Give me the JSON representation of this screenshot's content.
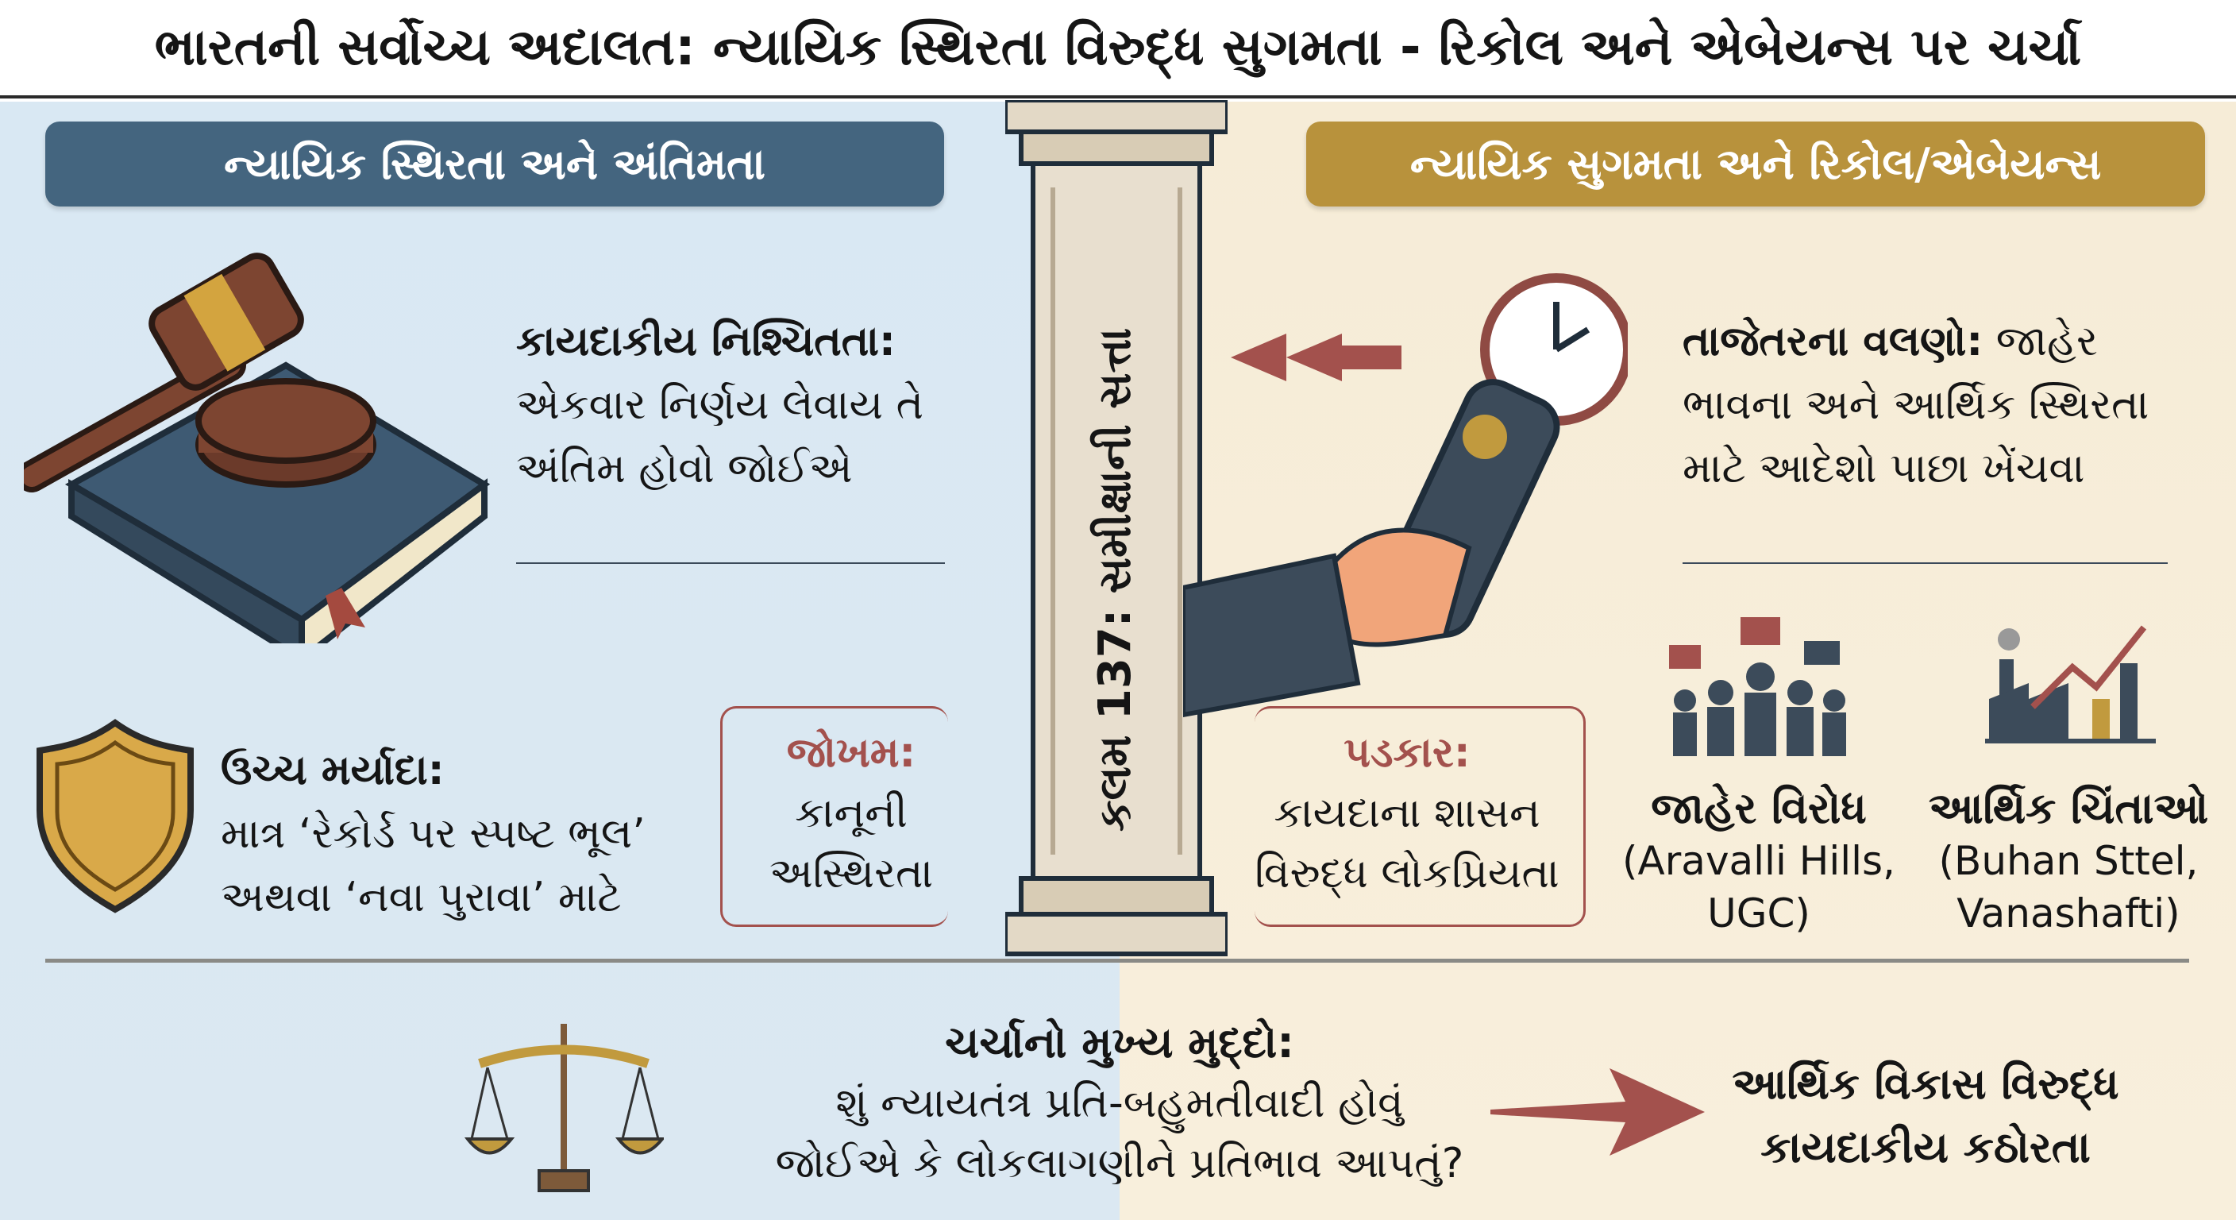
{
  "title": "ભારતની સર્વોચ્ચ અદાલત: ન્યાયિક સ્થિરતા વિરુદ્ધ સુગમતા - રિકોલ અને એબેયન્સ પર ચર્ચા",
  "colors": {
    "left_header": "#44657f",
    "right_header": "#b8923c",
    "left_bg": "#d9e8f3",
    "right_bg": "#f6ecd7",
    "accent_red": "#a3514d"
  },
  "left": {
    "header": "ન્યાયિક સ્થિરતા અને અંતિમતા",
    "certainty": {
      "lead": "કાયદાકીય નિશ્ચિતતા:",
      "line1": "એકવાર નિર્ણય લેવાય તે",
      "line2": "અંતિમ હોવો જોઈએ",
      "icon": "gavel-book-icon"
    },
    "threshold": {
      "lead": "ઉચ્ચ મર્યાદા:",
      "line1": "માત્ર ‘રેકોર્ડ પર સ્પષ્ટ ભૂલ’",
      "line2": "અથવા ‘નવા પુરાવા’ માટે",
      "icon": "shield-icon"
    },
    "risk": {
      "heading": "જોખમ:",
      "line1": "કાનૂની",
      "line2": "અસ્થિરતા"
    }
  },
  "pillar": {
    "text": "કલમ 137: સમીક્ષાની સત્તા",
    "icon": "pillar-icon"
  },
  "right": {
    "header": "ન્યાયિક સુગમતા અને રિકોલ/એબેયન્સ",
    "trends": {
      "lead": "તાજેતરના વલણો:",
      "line1_rest": "જાહેર",
      "line2": "ભાવના અને આર્થિક સ્થિરતા",
      "line3": "માટે આદેશો પાછા ખેંચવા",
      "icon": "remote-clock-rewind-icon"
    },
    "challenge": {
      "heading": "પડકાર:",
      "line1": "કાયદાના શાસન",
      "line2": "વિરુદ્ધ લોકપ્રિયતા"
    },
    "protest": {
      "title": "જાહેર વિરોધ",
      "line1": "(Aravalli Hills,",
      "line2": "UGC)",
      "icon": "protest-crowd-icon"
    },
    "economic": {
      "title": "આર્થિક ચિંતાઓ",
      "line1": "(Buhan Sttel,",
      "line2": "Vanashafti)",
      "icon": "factory-growth-icon"
    }
  },
  "bottom": {
    "lead": "ચર્ચાનો મુખ્ય મુદ્દો:",
    "line1": "શું ન્યાયતંત્ર પ્રતિ-બહુમતીવાદી હોવું",
    "line2": "જોઈએ કે લોકલાગણીને પ્રતિભાવ આપતું?",
    "result_line1": "આર્થિક વિકાસ વિરુદ્ધ",
    "result_line2": "કાયદાકીય કઠોરતા",
    "icon": "scales-icon"
  }
}
